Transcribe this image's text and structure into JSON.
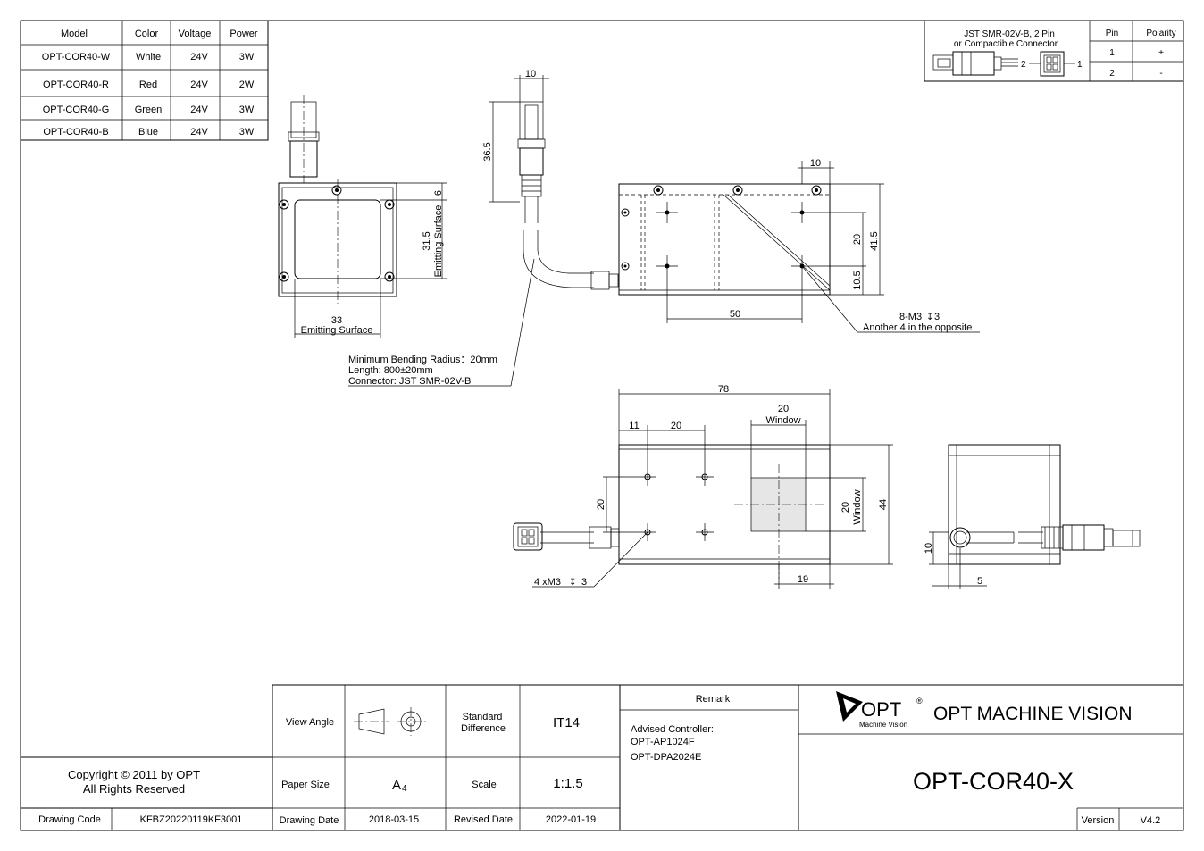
{
  "model_table": {
    "headers": [
      "Model",
      "Color",
      "Voltage",
      "Power"
    ],
    "rows": [
      [
        "OPT-COR40-W",
        "White",
        "24V",
        "3W"
      ],
      [
        "OPT-COR40-R",
        "Red",
        "24V",
        "2W"
      ],
      [
        "OPT-COR40-G",
        "Green",
        "24V",
        "3W"
      ],
      [
        "OPT-COR40-B",
        "Blue",
        "24V",
        "3W"
      ]
    ]
  },
  "connector_table": {
    "title_line1": "JST SMR-02V-B, 2 Pin",
    "title_line2": "or Compactible Connector",
    "pin_label_2": "2",
    "pin_label_1": "1",
    "headers": [
      "Pin",
      "Polarity"
    ],
    "rows": [
      [
        "1",
        "+"
      ],
      [
        "2",
        "-"
      ]
    ]
  },
  "front_view": {
    "dim_6": "6",
    "dim_31_5": "31.5",
    "emitting_surface_v": "Emitting Surface",
    "dim_33": "33",
    "emitting_surface_h": "Emitting Surface"
  },
  "cable_note": {
    "line1": "Minimum Bending Radius：20mm",
    "line2": "Length: 800±20mm",
    "line3": "Connector: JST SMR-02V-B"
  },
  "side_view": {
    "dim_10_top": "10",
    "dim_36_5": "36.5",
    "dim_10_right": "10",
    "dim_20": "20",
    "dim_41_5": "41.5",
    "dim_10_5": "10.5",
    "dim_50": "50",
    "screw_note": "8-M3",
    "screw_depth": "3",
    "screw_note2": "Another 4 in the opposite"
  },
  "bottom_view": {
    "dim_78": "78",
    "dim_20_window": "20",
    "window_label": "Window",
    "dim_11": "11",
    "dim_20_pitch": "20",
    "dim_20_left": "20",
    "dim_20_window_v": "20",
    "window_label_v": "Window",
    "dim_44": "44",
    "dim_19": "19",
    "screw_note": "4 xM3",
    "screw_depth": "3"
  },
  "end_view": {
    "dim_10": "10",
    "dim_5": "5"
  },
  "title_block": {
    "copyright_line1": "Copyright © 2011 by OPT",
    "copyright_line2": "All Rights Reserved",
    "drawing_code_label": "Drawing Code",
    "drawing_code": "KFBZ20220119KF3001",
    "view_angle_label": "View Angle",
    "standard_diff_label1": "Standard",
    "standard_diff_label2": "Difference",
    "standard_diff_value": "IT14",
    "paper_size_label": "Paper Size",
    "paper_size_value": "A",
    "paper_size_sub": "4",
    "scale_label": "Scale",
    "scale_value": "1:1.5",
    "drawing_date_label": "Drawing Date",
    "drawing_date": "2018-03-15",
    "revised_date_label": "Revised Date",
    "revised_date": "2022-01-19",
    "remark_label": "Remark",
    "remark_line1": "Advised Controller:",
    "remark_line2": "OPT-AP1024F",
    "remark_line3": "OPT-DPA2024E",
    "logo_text": "OPT",
    "logo_reg": "®",
    "logo_sub": "Machine Vision",
    "company": "OPT MACHINE VISION",
    "model_name": "OPT-COR40-X",
    "version_label": "Version",
    "version": "V4.2"
  }
}
